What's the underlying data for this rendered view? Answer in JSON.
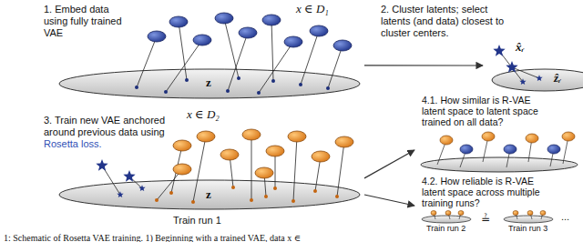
{
  "diagram": {
    "caption": "1: Schematic of Rosetta VAE training. 1) Beginning with a trained VAE, data x ∈",
    "nodes": [
      {
        "text": [
          "1. Embed data using fully trained VAE",
          "x ∈ D₁",
          "z"
        ]
      },
      {
        "text": [
          "2. Cluster latents; select latents (and data) closest to cluster centers.",
          "x̂ᵣ",
          "ẑᵣ"
        ]
      },
      {
        "text": [
          "3. Train new VAE anchored around previous data using",
          "Rosetta loss.",
          "x ∈ D₂",
          "z",
          "Train run 1"
        ]
      },
      {
        "text": [
          "4.1. How similar is R-VAE latent space to latent space trained on all data?"
        ]
      },
      {
        "text": [
          "4.2. How reliable is R-VAE latent space across multiple training runs?",
          "Train run 2",
          "≟",
          "Train run 3",
          "..."
        ]
      }
    ],
    "edges": [
      {
        "from": 0,
        "to": 1,
        "arrow": "to"
      },
      {
        "from": 2,
        "to": 3,
        "arrow": "to"
      },
      {
        "from": 2,
        "to": 4,
        "arrow": "to"
      }
    ]
  }
}
